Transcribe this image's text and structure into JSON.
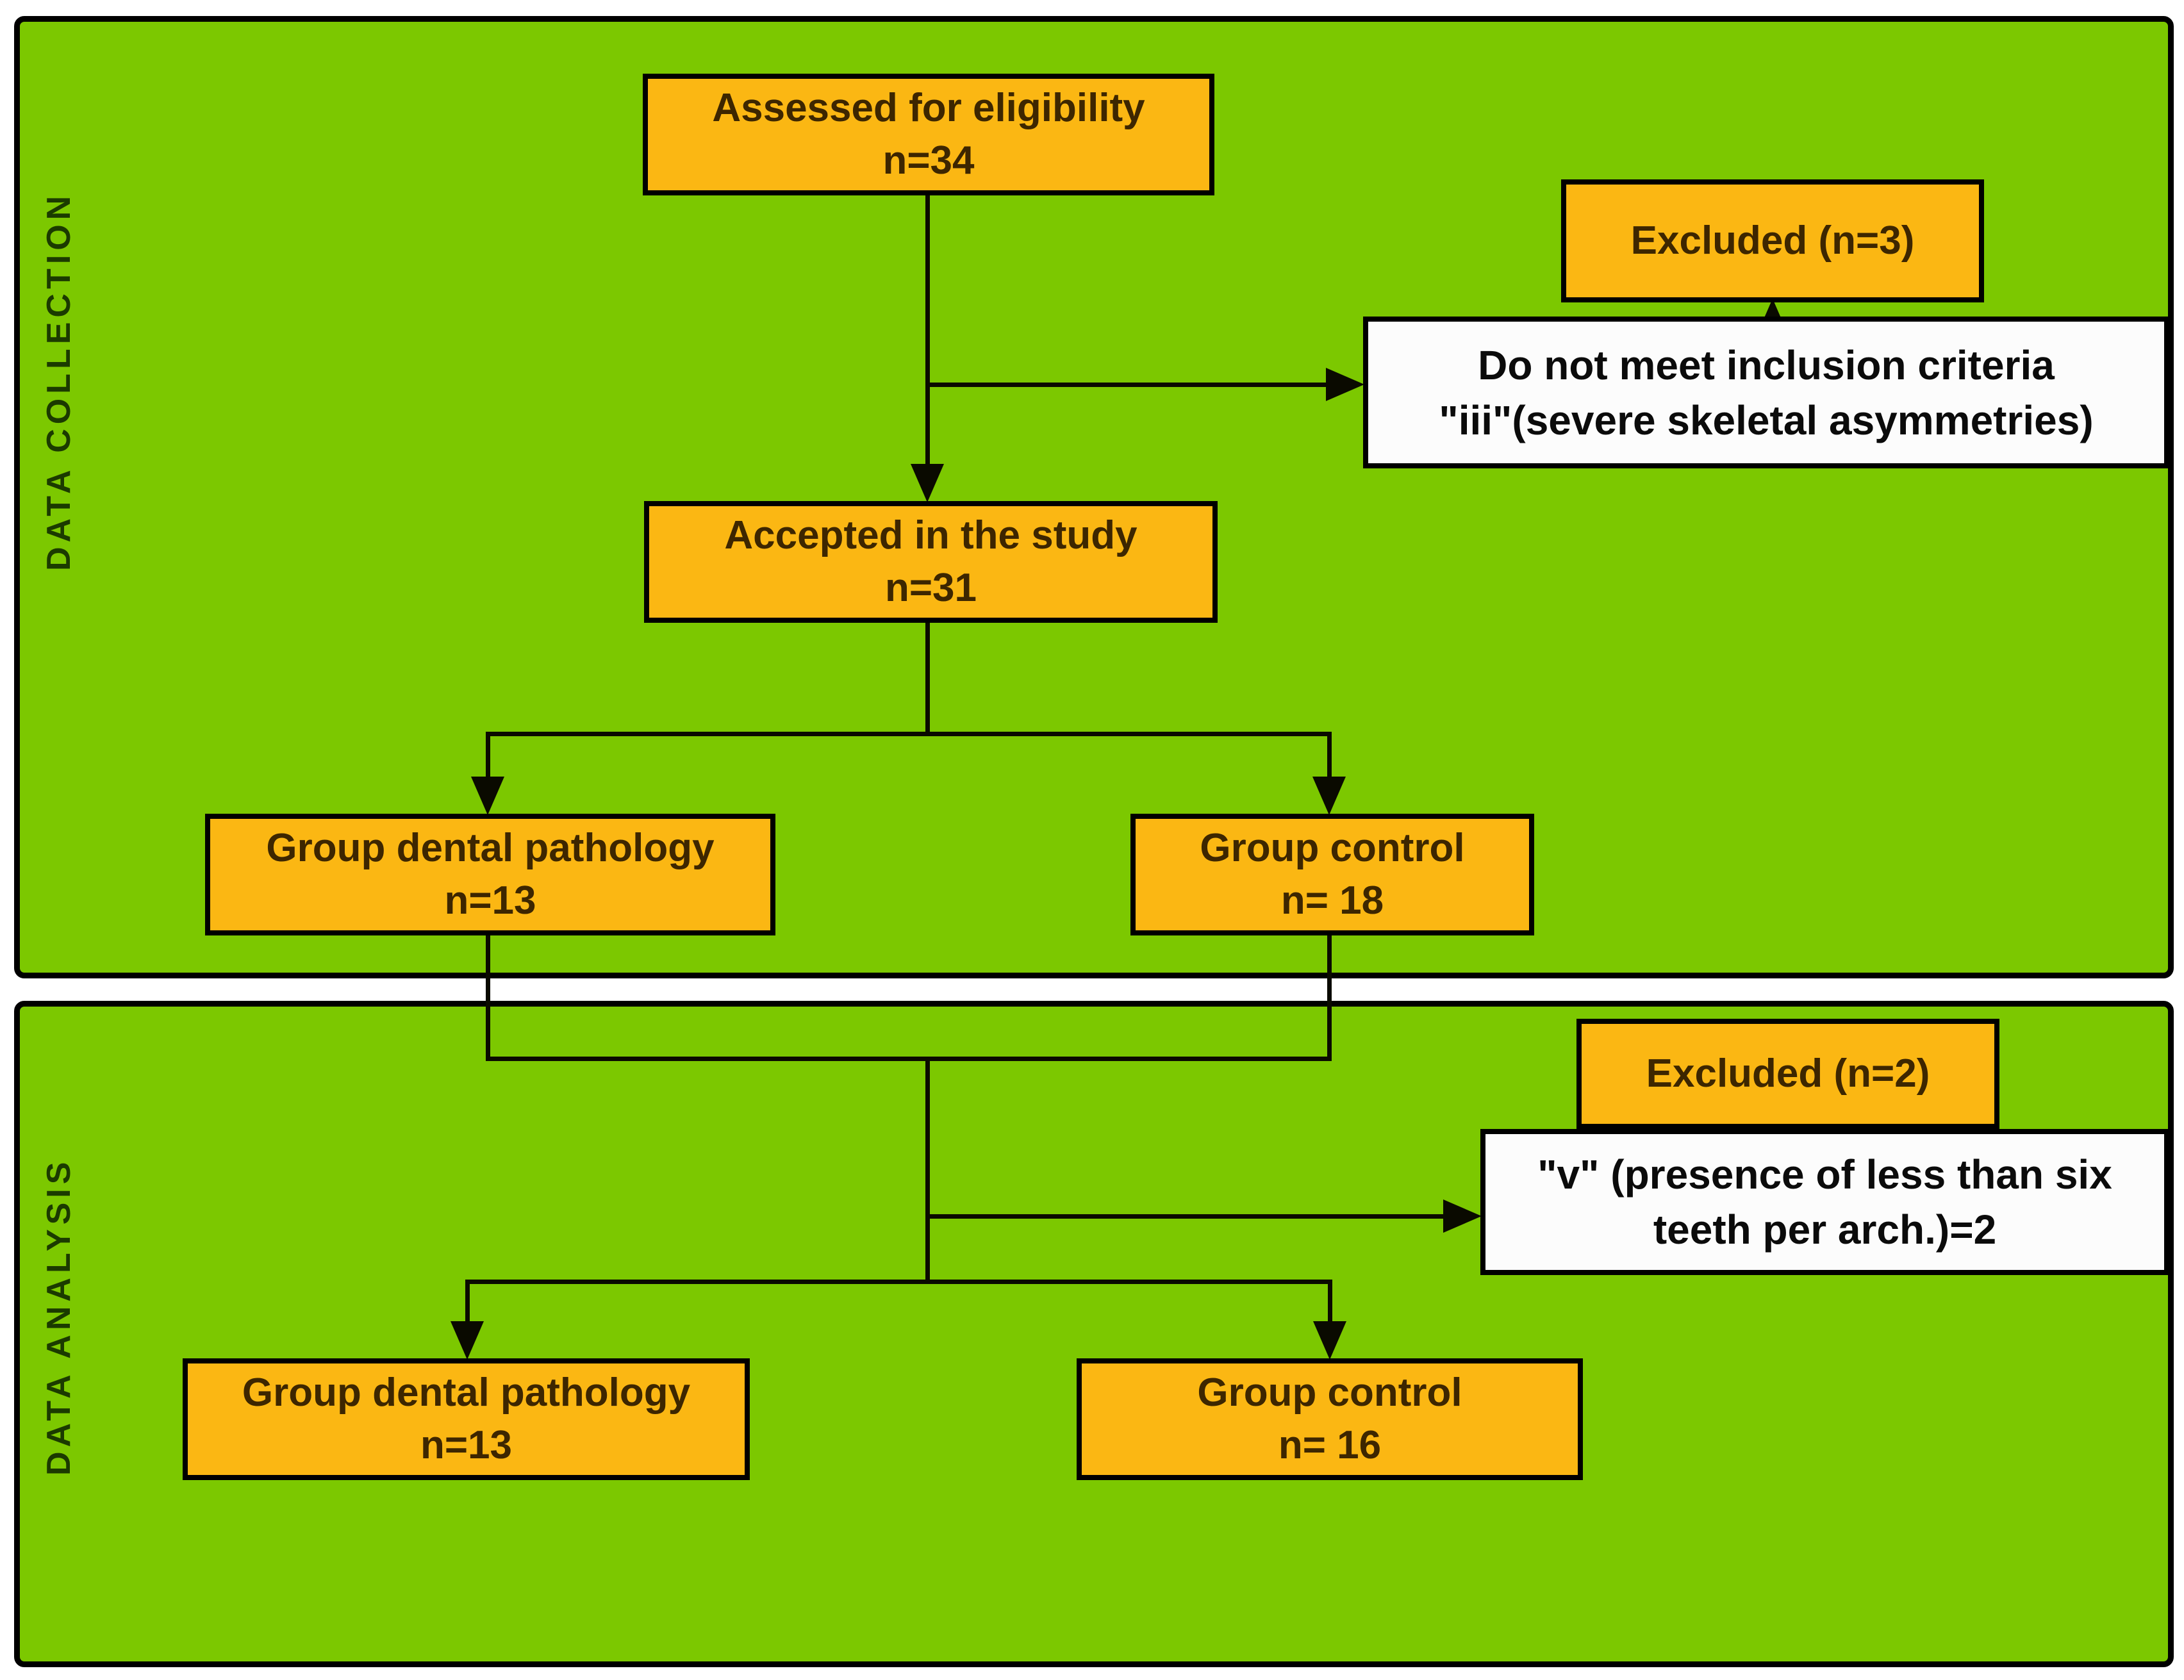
{
  "palette": {
    "page_bg": "#ffffff",
    "panel_green": "#7CC800",
    "box_orange": "#FBB713",
    "box_text": "#3D2600",
    "white_box_bg": "#FCFCFC",
    "white_box_text": "#0B0B0B",
    "line_black": "#0A0A00",
    "section_label": "#1B3A00"
  },
  "sections": {
    "collection": {
      "label": "DATA COLLECTION"
    },
    "analysis": {
      "label": "DATA ANALYSIS"
    }
  },
  "nodes": {
    "assessed": {
      "line1": "Assessed for eligibility",
      "line2": "n=34"
    },
    "excluded_collection": {
      "line1": "Excluded (n=3)"
    },
    "reason_collection": {
      "line1": "Do not meet inclusion criteria",
      "line2": "\"iii\"(severe skeletal asymmetries)"
    },
    "accepted": {
      "line1": "Accepted in the study",
      "line2": "n=31"
    },
    "group_pathology_collection": {
      "line1": "Group dental pathology",
      "line2": "n=13"
    },
    "group_control_collection": {
      "line1": "Group control",
      "line2": "n= 18"
    },
    "excluded_analysis": {
      "line1": "Excluded (n=2)"
    },
    "reason_analysis": {
      "line1": "\"v\" (presence of less than six",
      "line2": "teeth per arch.)=2"
    },
    "group_pathology_analysis": {
      "line1": "Group dental pathology",
      "line2": "n=13"
    },
    "group_control_analysis": {
      "line1": "Group control",
      "line2": "n= 16"
    }
  }
}
